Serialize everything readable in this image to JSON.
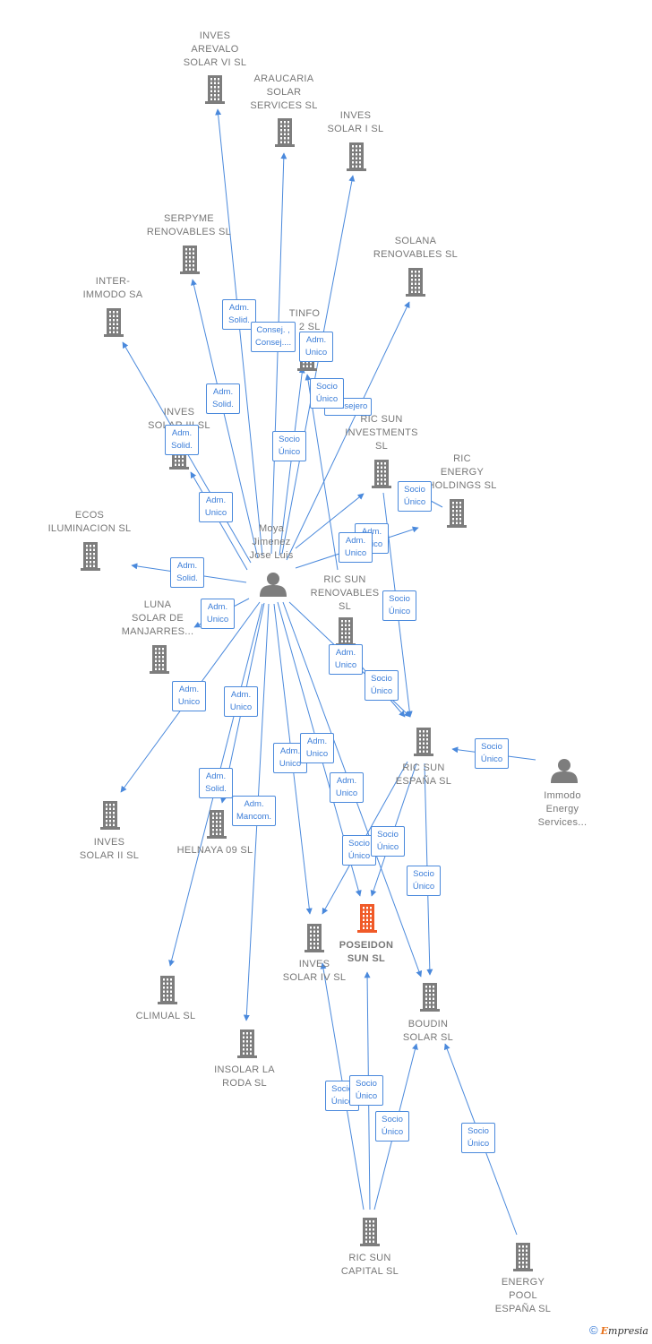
{
  "colors": {
    "edge": "#4a89dc",
    "company": "#7d7d7d",
    "main_company": "#f05a28",
    "person": "#7d7d7d"
  },
  "nodes": [
    {
      "id": "inves_arevalo",
      "type": "company",
      "label": "INVES\nAREVALO\nSOLAR VI SL"
    },
    {
      "id": "araucaria",
      "type": "company",
      "label": "ARAUCARIA\nSOLAR\nSERVICES SL"
    },
    {
      "id": "inves_solar_i",
      "type": "company",
      "label": "INVES\nSOLAR I SL"
    },
    {
      "id": "serpyme",
      "type": "company",
      "label": "SERPYME\nRENOVABLES SL"
    },
    {
      "id": "solana",
      "type": "company",
      "label": "SOLANA\nRENOVABLES SL"
    },
    {
      "id": "inter_immodo",
      "type": "company",
      "label": "INTER-\nIMMODO SA"
    },
    {
      "id": "tinfo",
      "type": "company",
      "label": "TINFO\nR 2 SL"
    },
    {
      "id": "inves_solar_iii",
      "type": "company",
      "label": "INVES\nSOLAR III SL"
    },
    {
      "id": "ric_sun_investments",
      "type": "company",
      "label": "RIC SUN\nINVESTMENTS\nSL"
    },
    {
      "id": "ric_energy_holdings",
      "type": "company",
      "label": "RIC\nENERGY\nHOLDINGS SL"
    },
    {
      "id": "ecos",
      "type": "company",
      "label": "ECOS\nILUMINACION SL"
    },
    {
      "id": "moya",
      "type": "person",
      "label": "Moya\nJimenez\nJose Luis"
    },
    {
      "id": "luna",
      "type": "company",
      "label": "LUNA\nSOLAR DE\nMANJARRES..."
    },
    {
      "id": "ric_sun_renovables",
      "type": "company",
      "label": "RIC SUN\nRENOVABLES\nSL"
    },
    {
      "id": "ric_sun_espana",
      "type": "company",
      "label": "RIC SUN\nESPAÑA SL"
    },
    {
      "id": "immodo_energy",
      "type": "person",
      "label": "Immodo\nEnergy\nServices..."
    },
    {
      "id": "inves_solar_ii",
      "type": "company",
      "label": "INVES\nSOLAR II SL"
    },
    {
      "id": "helnaya",
      "type": "company",
      "label": "HELNAYA 09 SL"
    },
    {
      "id": "poseidon",
      "type": "main",
      "label": "POSEIDON\nSUN SL"
    },
    {
      "id": "inves_solar_iv",
      "type": "company",
      "label": "INVES\nSOLAR IV SL"
    },
    {
      "id": "climual",
      "type": "company",
      "label": "CLIMUAL SL"
    },
    {
      "id": "boudin",
      "type": "company",
      "label": "BOUDIN\nSOLAR SL"
    },
    {
      "id": "insolar",
      "type": "company",
      "label": "INSOLAR LA\nRODA SL"
    },
    {
      "id": "ric_sun_capital",
      "type": "company",
      "label": "RIC SUN\nCAPITAL SL"
    },
    {
      "id": "energy_pool",
      "type": "company",
      "label": "ENERGY\nPOOL\nESPAÑA SL"
    }
  ],
  "edges": [
    {
      "from": "moya",
      "to": "inves_arevalo",
      "label": "Adm.\nSolid."
    },
    {
      "from": "moya",
      "to": "araucaria",
      "label": "Consej. ,\nConsej...."
    },
    {
      "from": "moya",
      "to": "inves_solar_i",
      "label": "Adm.\nUnico"
    },
    {
      "from": "moya",
      "to": "serpyme",
      "label": "Adm.\nSolid."
    },
    {
      "from": "moya",
      "to": "solana",
      "label": "Consejero"
    },
    {
      "from": "moya",
      "to": "inter_immodo",
      "label": "Adm.\nSolid."
    },
    {
      "from": "moya",
      "to": "tinfo",
      "label": "Socio\nÚnico"
    },
    {
      "from": "moya",
      "to": "inves_solar_iii",
      "label": "Adm.\nUnico"
    },
    {
      "from": "moya",
      "to": "ric_sun_investments",
      "label": "Adm.\nUnico"
    },
    {
      "from": "moya",
      "to": "ric_energy_holdings",
      "label": "Adm.\nUnico"
    },
    {
      "from": "moya",
      "to": "ecos",
      "label": "Adm.\nSolid."
    },
    {
      "from": "moya",
      "to": "luna",
      "label": "Adm.\nUnico"
    },
    {
      "from": "moya",
      "to": "ric_sun_espana",
      "label": "Adm.\nUnico"
    },
    {
      "from": "moya",
      "to": "inves_solar_ii",
      "label": "Adm.\nUnico"
    },
    {
      "from": "moya",
      "to": "helnaya",
      "label": "Adm.\nUnico"
    },
    {
      "from": "moya",
      "to": "climual",
      "label": "Adm.\nSolid."
    },
    {
      "from": "moya",
      "to": "insolar",
      "label": "Adm.\nMancom."
    },
    {
      "from": "moya",
      "to": "inves_solar_iv",
      "label": "Adm.\nUnico"
    },
    {
      "from": "moya",
      "to": "poseidon",
      "label": "Adm.\nUnico"
    },
    {
      "from": "moya",
      "to": "boudin",
      "label": "Adm.\nUnico"
    },
    {
      "from": "ric_sun_renovables",
      "to": "tinfo",
      "label": "Socio\nÚnico"
    },
    {
      "from": "ric_sun_investments",
      "to": "ric_sun_espana",
      "label": "Socio\nÚnico"
    },
    {
      "from": "ric_energy_holdings",
      "to": "ric_sun_investments",
      "label": "Socio\nÚnico"
    },
    {
      "from": "ric_sun_renovables",
      "to": "ric_sun_espana",
      "label": "Socio\nÚnico"
    },
    {
      "from": "immodo_energy",
      "to": "ric_sun_espana",
      "label": "Socio\nÚnico"
    },
    {
      "from": "ric_sun_espana",
      "to": "inves_solar_iv",
      "label": "Socio\nÚnico"
    },
    {
      "from": "ric_sun_espana",
      "to": "poseidon",
      "label": "Socio\nÚnico"
    },
    {
      "from": "ric_sun_espana",
      "to": "boudin",
      "label": "Socio\nÚnico"
    },
    {
      "from": "ric_sun_capital",
      "to": "inves_solar_iv",
      "label": "Socio\nÚnico"
    },
    {
      "from": "ric_sun_capital",
      "to": "poseidon",
      "label": "Socio\nÚnico"
    },
    {
      "from": "ric_sun_capital",
      "to": "boudin",
      "label": "Socio\nÚnico"
    },
    {
      "from": "energy_pool",
      "to": "boudin",
      "label": "Socio\nÚnico"
    }
  ],
  "footer": {
    "copyright": "©",
    "brand_first": "E",
    "brand_rest": "mpresia"
  }
}
